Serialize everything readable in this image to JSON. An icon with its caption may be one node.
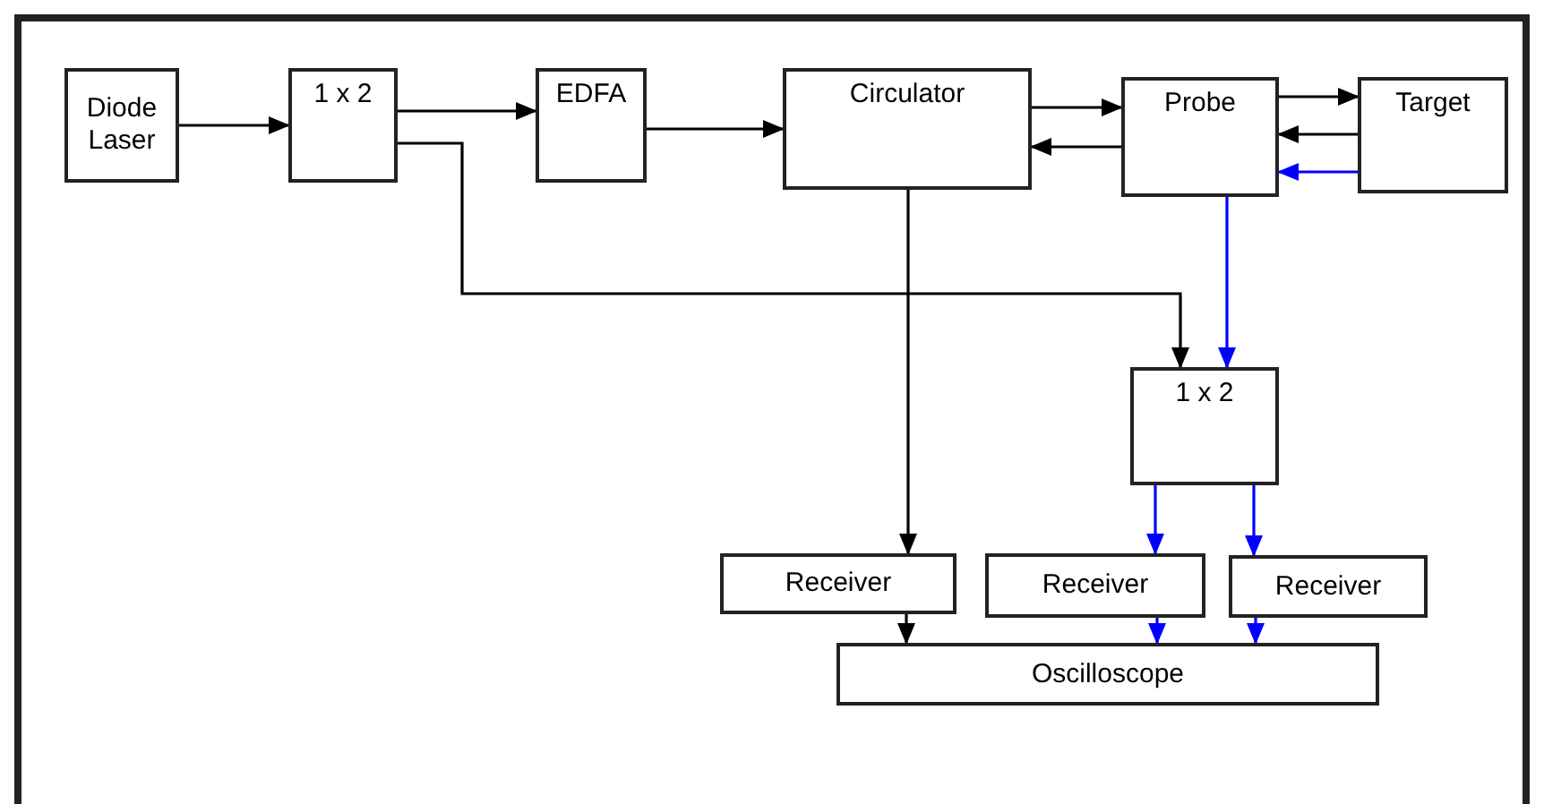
{
  "diagram": {
    "nodes": [
      {
        "text": [
          "Diode Laser"
        ]
      },
      {
        "text": [
          "1 x 2"
        ]
      },
      {
        "text": [
          "EDFA"
        ]
      },
      {
        "text": [
          "Circulator"
        ]
      },
      {
        "text": [
          "Probe"
        ]
      },
      {
        "text": [
          "Target"
        ]
      },
      {
        "text": [
          "1 x 2"
        ]
      },
      {
        "text": [
          "Receiver"
        ]
      },
      {
        "text": [
          "Receiver"
        ]
      },
      {
        "text": [
          "Receiver"
        ]
      },
      {
        "text": [
          "Oscilloscope"
        ]
      }
    ],
    "edges": [
      {
        "from": 0,
        "to": 1,
        "arrow": "to"
      },
      {
        "from": 1,
        "to": 2,
        "arrow": "to"
      },
      {
        "from": 2,
        "to": 3,
        "arrow": "to"
      },
      {
        "from": 3,
        "to": 4,
        "arrow": "to"
      },
      {
        "from": 4,
        "to": 3,
        "arrow": "to"
      },
      {
        "from": 4,
        "to": 5,
        "arrow": "to"
      },
      {
        "from": 5,
        "to": 4,
        "arrow": "to"
      },
      {
        "from": 5,
        "to": 4,
        "arrow": "to",
        "color": "#0000ff"
      },
      {
        "from": 1,
        "to": 6,
        "arrow": "to"
      },
      {
        "from": 4,
        "to": 6,
        "arrow": "to",
        "color": "#0000ff"
      },
      {
        "from": 3,
        "to": 7,
        "arrow": "to"
      },
      {
        "from": 6,
        "to": 8,
        "arrow": "to",
        "color": "#0000ff"
      },
      {
        "from": 6,
        "to": 9,
        "arrow": "to",
        "color": "#0000ff"
      },
      {
        "from": 7,
        "to": 10,
        "arrow": "to"
      },
      {
        "from": 8,
        "to": 10,
        "arrow": "to",
        "color": "#0000ff"
      },
      {
        "from": 9,
        "to": 10,
        "arrow": "to",
        "color": "#0000ff"
      }
    ]
  }
}
